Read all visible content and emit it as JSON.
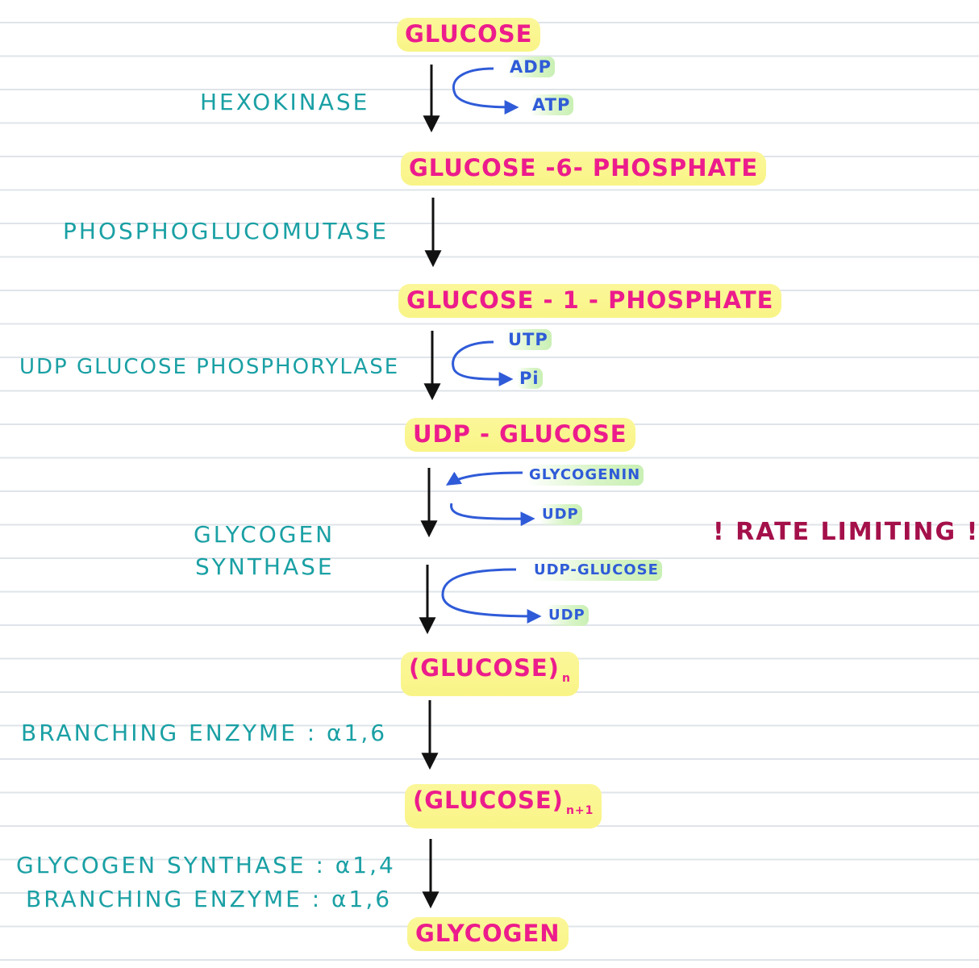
{
  "compounds": {
    "glucose": "GLUCOSE",
    "g6p": "GLUCOSE -6- PHOSPHATE",
    "g1p": "GLUCOSE - 1 - PHOSPHATE",
    "udp_glucose": "UDP - GLUCOSE",
    "glucose_n": "(GLUCOSE)",
    "glucose_n_sub": "n",
    "glucose_n1": "(GLUCOSE)",
    "glucose_n1_sub": "n+1",
    "glycogen": "GLYCOGEN"
  },
  "enzymes": {
    "hexokinase": "HEXOKINASE",
    "phosphoglucomutase": "PHOSPHOGLUCOMUTASE",
    "udp_glucose_phosphorylase": "UDP GLUCOSE PHOSPHORYLASE",
    "glycogen_synthase_line1": "GLYCOGEN",
    "glycogen_synthase_line2": "SYNTHASE",
    "branching_enzyme": "BRANCHING ENZYME : α1,6",
    "final_line1": "GLYCOGEN SYNTHASE : α1,4",
    "final_line2": "BRANCHING ENZYME : α1,6"
  },
  "cofactors": {
    "adp": "ADP",
    "atp": "ATP",
    "utp": "UTP",
    "pi": "Pi",
    "glycogenin": "GLYCOGENIN",
    "udp1": "UDP",
    "udp_glucose_in": "UDP-GLUCOSE",
    "udp2": "UDP"
  },
  "note": "! RATE LIMITING !",
  "colors": {
    "compound_text": "#ec1c8c",
    "highlight": "#fbf79a",
    "enzyme_text": "#1aa0a4",
    "cofactor_text": "#2f5bd8",
    "cofactor_highlight": "#d2f2bf",
    "note_text": "#a4104a",
    "arrow": "#111111"
  }
}
